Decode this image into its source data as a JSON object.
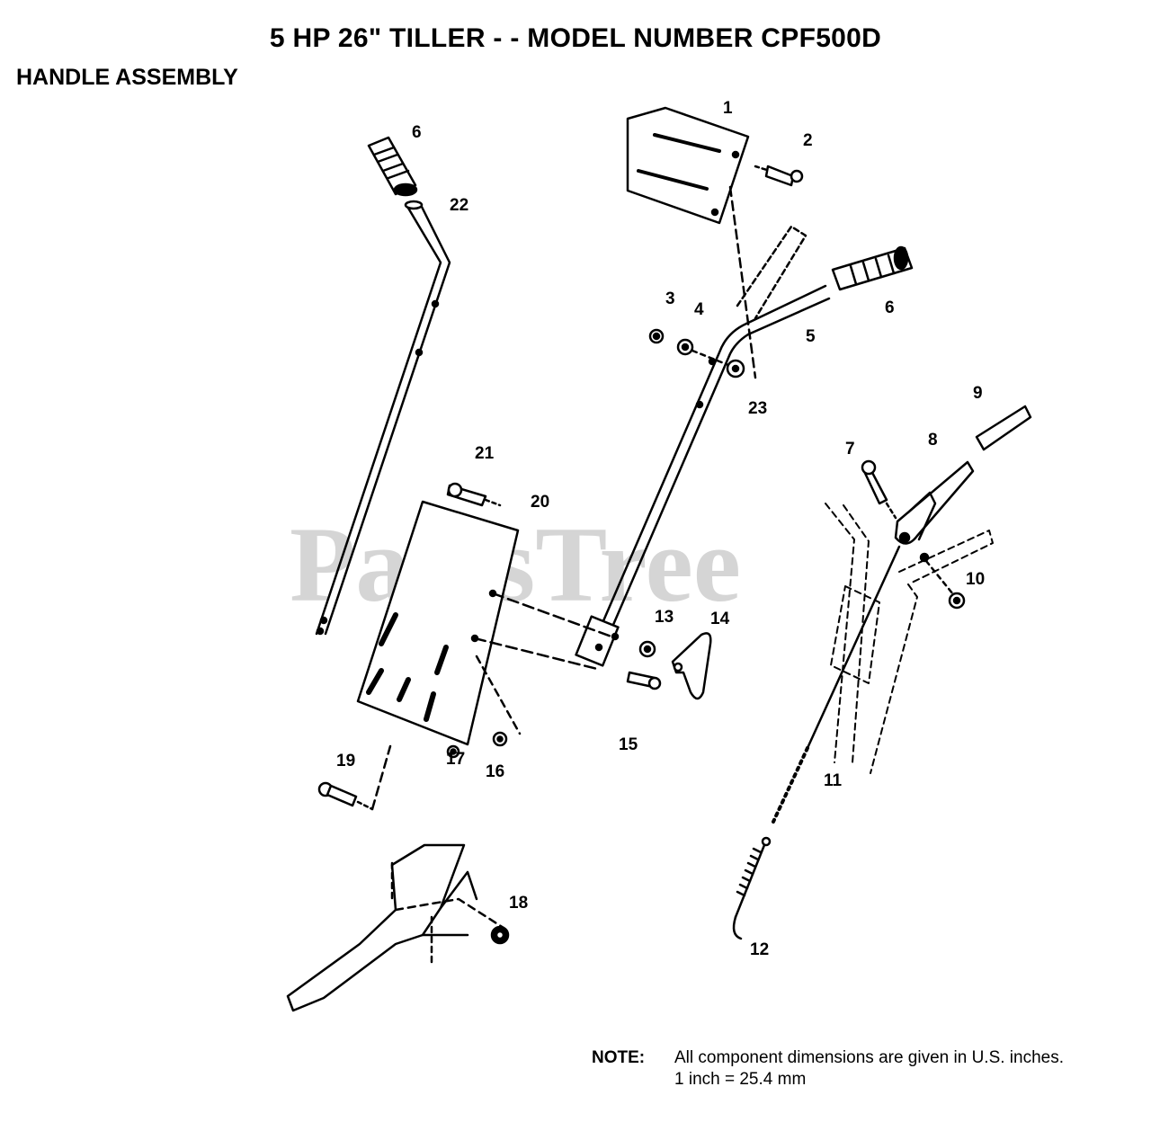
{
  "header": {
    "title": "5 HP 26\" TILLER - - MODEL NUMBER CPF500D",
    "subtitle": "HANDLE ASSEMBLY"
  },
  "watermark": "PartsTree",
  "callouts": {
    "c1": "1",
    "c2": "2",
    "c3": "3",
    "c4": "4",
    "c5": "5",
    "c6a": "6",
    "c6b": "6",
    "c7": "7",
    "c8": "8",
    "c9": "9",
    "c10": "10",
    "c11": "11",
    "c12": "12",
    "c13": "13",
    "c14": "14",
    "c15": "15",
    "c16": "16",
    "c17": "17",
    "c18": "18",
    "c19": "19",
    "c20": "20",
    "c21": "21",
    "c22": "22",
    "c23": "23"
  },
  "note": {
    "label": "NOTE:",
    "line1": "All component dimensions are given in U.S. inches.",
    "line2": "1 inch = 25.4 mm"
  }
}
